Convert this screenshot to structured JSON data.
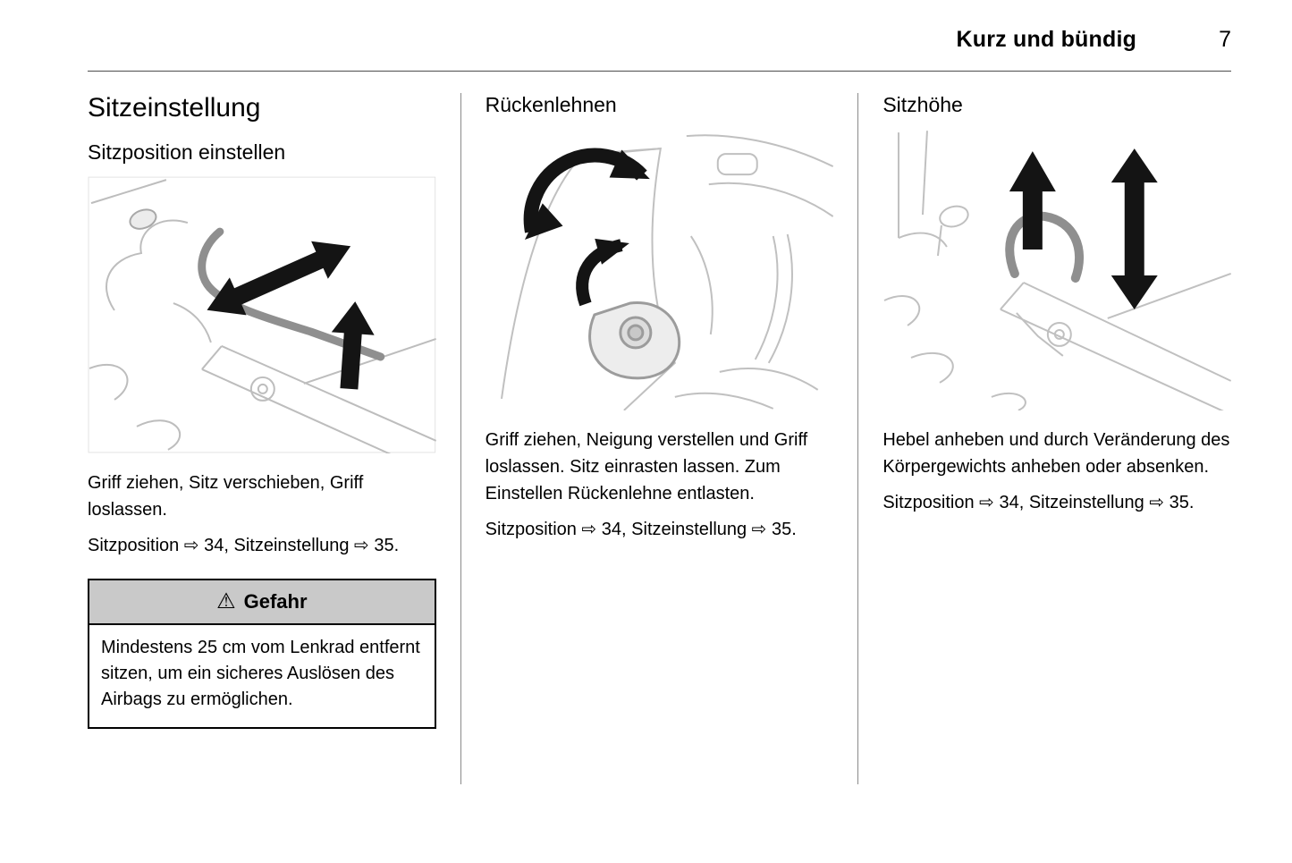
{
  "header": {
    "section_title": "Kurz und bündig",
    "page_number": "7"
  },
  "columns": [
    {
      "heading": "Sitzeinstellung",
      "subheading": "Sitzposition einstellen",
      "illustration": "seat-position-illustration",
      "body": "Griff ziehen, Sitz verschieben, Griff loslassen.",
      "reference": "Sitzposition ⇨ 34, Sitzeinstellung ⇨ 35.",
      "warning": {
        "icon": "⚠",
        "title": "Gefahr",
        "text": "Mindestens 25 cm vom Lenkrad entfernt sitzen, um ein sicheres Auslösen des Airbags zu ermöglichen."
      }
    },
    {
      "heading": "Rückenlehnen",
      "illustration": "backrest-illustration",
      "body": "Griff ziehen, Neigung verstellen und Griff loslassen. Sitz einrasten lassen. Zum Einstellen Rückenlehne entlasten.",
      "reference": "Sitzposition ⇨ 34, Sitzeinstellung ⇨ 35."
    },
    {
      "heading": "Sitzhöhe",
      "illustration": "seat-height-illustration",
      "body": "Hebel anheben und durch Veränderung des Körpergewichts anheben oder absenken.",
      "reference": "Sitzposition ⇨ 34, Sitzeinstellung ⇨ 35."
    }
  ]
}
